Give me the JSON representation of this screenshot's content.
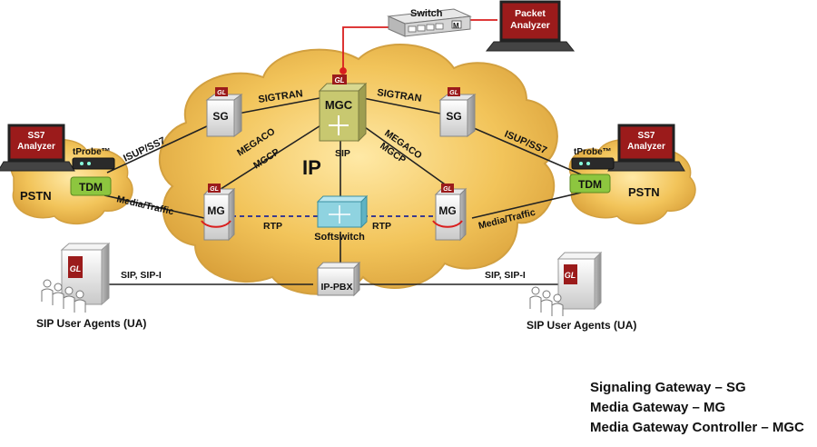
{
  "labels": {
    "switch": "Switch",
    "switch_port": "M",
    "packet_analyzer_line1": "Packet",
    "packet_analyzer_line2": "Analyzer",
    "ss7_line1": "SS7",
    "ss7_line2": "Analyzer",
    "tprobe": "tProbe™",
    "pstn": "PSTN",
    "tdm": "TDM",
    "ip": "IP",
    "mgc": "MGC",
    "sg": "SG",
    "mg": "MG",
    "gl": "GL",
    "sigtran": "SIGTRAN",
    "isup_ss7": "ISUP/SS7",
    "megaco": "MEGACO",
    "mgcp": "MGCP",
    "sip": "SIP",
    "rtp": "RTP",
    "softswitch": "Softswitch",
    "media_traffic": "Media/Traffic",
    "sip_sipi": "SIP, SIP-I",
    "ippbx": "IP-PBX",
    "sip_user_agents": "SIP User Agents (UA)"
  },
  "legend": [
    "Signaling Gateway – SG",
    "Media Gateway – MG",
    "Media Gateway Controller – MGC"
  ],
  "colors": {
    "cloud": "#f0c050",
    "cloud_edge": "#d9a63a",
    "analyzer_red": "#9b1b1b",
    "tdm_green": "#8dc63f",
    "mgc_olive": "#c8c870",
    "softswitch_cyan": "#8fd3e0",
    "rtp_dash": "#3b3b8f",
    "monitor_line": "#d91e1e"
  },
  "icons": [
    "switch-icon",
    "laptop-icon",
    "server-icon",
    "user-group-icon",
    "gateway-cube-icon"
  ]
}
